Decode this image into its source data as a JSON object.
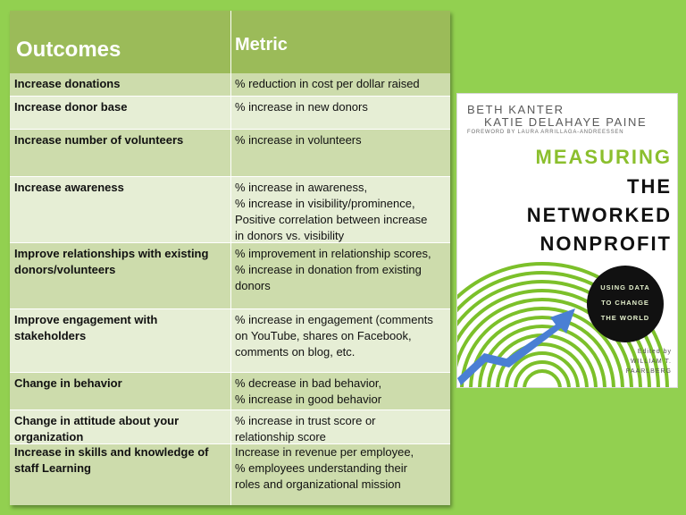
{
  "table": {
    "header": {
      "outcomes": "Outcomes",
      "metric": "Metric"
    },
    "rows": [
      {
        "outcome": "Increase donations",
        "metric": "% reduction in cost per dollar raised"
      },
      {
        "outcome": "Increase donor base",
        "metric": "% increase in new donors"
      },
      {
        "outcome": "Increase number of volunteers",
        "metric": "% increase in volunteers"
      },
      {
        "outcome": "Increase awareness",
        "metric": "% increase in awareness,\n% increase in visibility/prominence,\nPositive correlation between increase\nin donors vs. visibility"
      },
      {
        "outcome": "Improve relationships with existing\ndonors/volunteers",
        "metric": "% improvement in  relationship scores,\n% increase in donation from existing\ndonors"
      },
      {
        "outcome": "Improve engagement with\nstakeholders",
        "metric": "% increase in engagement (comments\non YouTube, shares on Facebook,\ncomments on blog, etc."
      },
      {
        "outcome": "Change in behavior",
        "metric": "% decrease in bad behavior,\n% increase in good behavior"
      },
      {
        "outcome": "Change in attitude about your\norganization",
        "metric": "% increase in trust score or\nrelationship score"
      },
      {
        "outcome": "Increase in skills and knowledge of\nstaff Learning",
        "metric": "Increase in revenue per employee,\n% employees understanding their\nroles and organizational mission"
      }
    ]
  },
  "book": {
    "authors": [
      "BETH KANTER",
      "KATIE DELAHAYE PAINE"
    ],
    "foreword": "FOREWORD BY LAURA ARRILLAGA-ANDREESSEN",
    "title_lines": [
      "MEASURING",
      "THE",
      "NETWORKED",
      "NONPROFIT"
    ],
    "badge_lines": [
      "USING DATA",
      "TO CHANGE",
      "THE WORLD"
    ],
    "edited_lines": [
      "Edited by",
      "WILLIAM T.",
      "PAARLBERG"
    ],
    "colors": {
      "title_accent": "#8bbf2d",
      "arrow": "#4a7fd4",
      "swirl": "#7cc02a"
    }
  }
}
